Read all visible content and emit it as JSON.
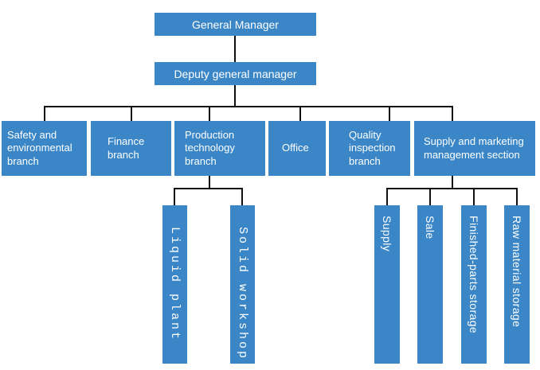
{
  "colors": {
    "node_fill": "#3a86c6",
    "connector": "#111111",
    "text": "#ffffff",
    "background": "#ffffff"
  },
  "org_chart": {
    "root": {
      "label": "General Manager"
    },
    "level2": {
      "label": "Deputy general manager"
    },
    "level3": [
      {
        "label": "Safety and environmental branch"
      },
      {
        "label": "Finance branch"
      },
      {
        "label": "Production technology branch"
      },
      {
        "label": "Office"
      },
      {
        "label": "Quality inspection branch"
      },
      {
        "label": "Supply and marketing management section"
      }
    ],
    "production_technology_children": [
      {
        "label": "Liquid plant"
      },
      {
        "label": "Solid workshop"
      }
    ],
    "supply_marketing_children": [
      {
        "label": "Supply"
      },
      {
        "label": "Sale"
      },
      {
        "label": "Finished-parts storage"
      },
      {
        "label": "Raw material storage"
      }
    ]
  }
}
